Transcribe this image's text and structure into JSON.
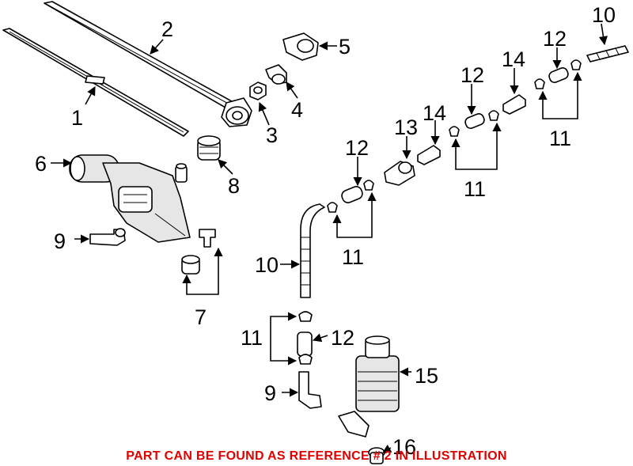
{
  "callouts": {
    "c1": "1",
    "c2": "2",
    "c3": "3",
    "c4": "4",
    "c5": "5",
    "c6": "6",
    "c7": "7",
    "c8": "8",
    "c9a": "9",
    "c9b": "9",
    "c10a": "10",
    "c10b": "10",
    "c11a": "11",
    "c11b": "11",
    "c11c": "11",
    "c11d": "11",
    "c12a": "12",
    "c12b": "12",
    "c12c": "12",
    "c12d": "12",
    "c13": "13",
    "c14a": "14",
    "c14b": "14",
    "c15": "15",
    "c16": "16"
  },
  "notice": "PART CAN BE FOUND AS REFERENCE # 2 IN ILLUSTRATION",
  "colors": {
    "notice": "#e00000",
    "line": "#000000",
    "part_fill": "#e6e6e6"
  }
}
